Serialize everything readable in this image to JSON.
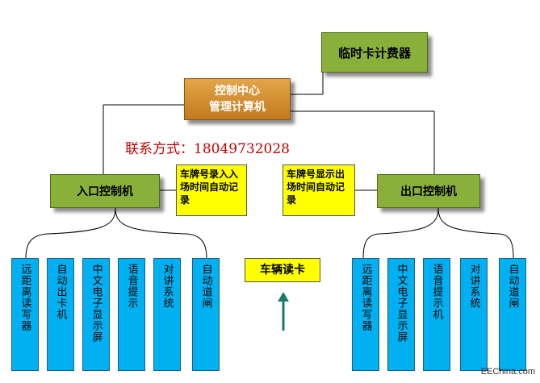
{
  "nodes": {
    "temp_card_meter": "临时卡计费器",
    "control_center_line1": "控制中心",
    "control_center_line2": "管理计算机",
    "entry_controller": "入口控制机",
    "exit_controller": "出口控制机",
    "vehicle_reader": "车辆读卡"
  },
  "notes": {
    "entry_note": "车牌号录入入场时间自动记录",
    "exit_note": "车牌号显示出场时间自动记录"
  },
  "contact": "联系方式：18049732028",
  "entry_devices": [
    "远距离读写器",
    "自动出卡机",
    "中文电子显示屏",
    "语音提示",
    "对讲系统",
    "自动道闸"
  ],
  "exit_devices": [
    "远距离读写器",
    "中文电子显示屏",
    "语音提示机",
    "对讲系统",
    "自动道闸"
  ],
  "watermark": "EEChina.com",
  "colors": {
    "green": "#8ab03c",
    "orange": "#d08a2e",
    "blue": "#00b0f0",
    "yellow": "#ffff00",
    "contact_red": "#c00000",
    "arrow_teal": "#1d7a6a"
  }
}
